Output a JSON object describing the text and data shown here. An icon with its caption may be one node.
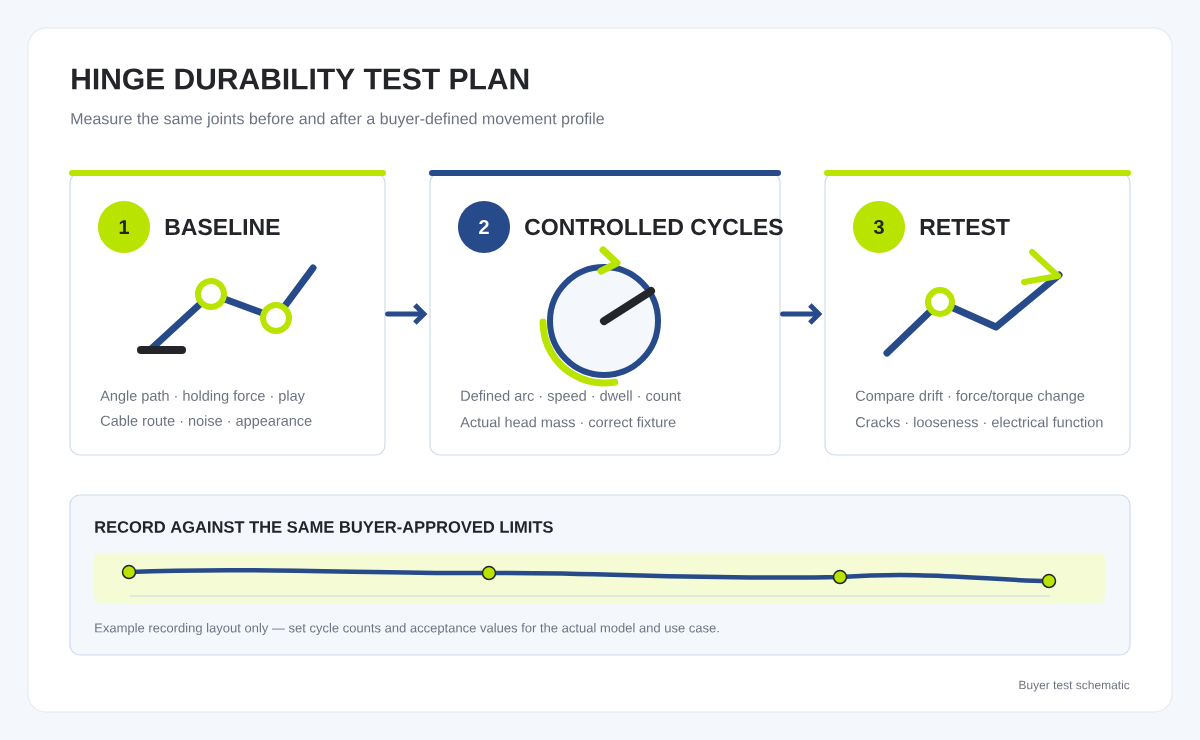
{
  "diagram": {
    "title": "HINGE DURABILITY TEST PLAN",
    "nodes": [
      {
        "text": [
          "BASELINE",
          "Angle path · holding force · play",
          "Cable route · noise · appearance"
        ]
      },
      {
        "text": [
          "1"
        ],
        "in": 0
      },
      {
        "text": [
          "CONTROLLED CYCLES",
          "Defined arc · speed · dwell · count",
          "Actual head mass · correct fixture"
        ]
      },
      {
        "text": [
          "2"
        ],
        "in": 2
      },
      {
        "text": [
          "RETEST",
          "Compare drift · force/torque change",
          "Cracks · looseness · electrical function"
        ]
      },
      {
        "text": [
          "3"
        ],
        "in": 4
      },
      {
        "text": [
          "RECORD AGAINST THE SAME BUYER-APPROVED LIMITS",
          "Example recording layout only — set cycle counts and acceptance values for the actual model and use case."
        ]
      }
    ],
    "edges": [
      {
        "from": 0,
        "to": 2,
        "arrow": "to"
      },
      {
        "from": 2,
        "to": 4,
        "arrow": "to"
      }
    ],
    "labels": [
      "Measure the same joints before and after a buyer-defined movement profile",
      "Buyer test schematic"
    ]
  }
}
